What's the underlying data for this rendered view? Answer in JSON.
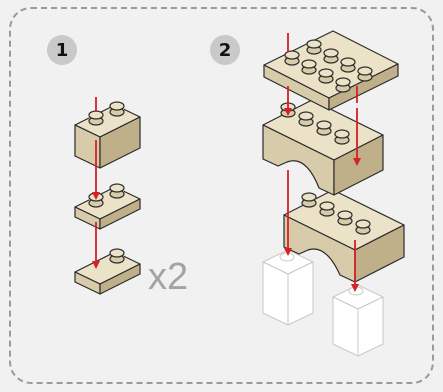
{
  "steps": [
    {
      "number": "1",
      "multiplier": "x2"
    },
    {
      "number": "2"
    }
  ],
  "colors": {
    "brick_top": "#ebe2c8",
    "brick_front": "#d8cbaa",
    "brick_side": "#bfb08a",
    "outline": "#2b2b2b",
    "arrow": "#d81f26",
    "ghost": "#ffffff",
    "border": "#9a9a9a",
    "badge": "#c9c9c9"
  }
}
